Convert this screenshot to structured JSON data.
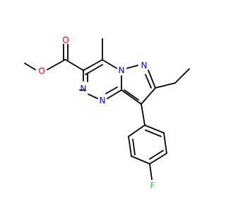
{
  "colors": {
    "background": "#ffffff",
    "bond": "#000000",
    "oxygen": "#ff0000",
    "nitrogen": "#0000ff",
    "fluorine": "#33cc33"
  },
  "atoms": {
    "o_carbonyl": {
      "label": "O",
      "element": "oxygen"
    },
    "o_ester": {
      "label": "O",
      "element": "oxygen"
    },
    "n_bridge": {
      "label": "N",
      "element": "nitrogen"
    },
    "n_pyrazole": {
      "label": "N",
      "element": "nitrogen"
    },
    "n_triazine_a": {
      "label": "N",
      "element": "nitrogen"
    },
    "n_triazine_b": {
      "label": "N",
      "element": "nitrogen"
    },
    "fluorine": {
      "label": "F",
      "element": "fluorine"
    }
  }
}
